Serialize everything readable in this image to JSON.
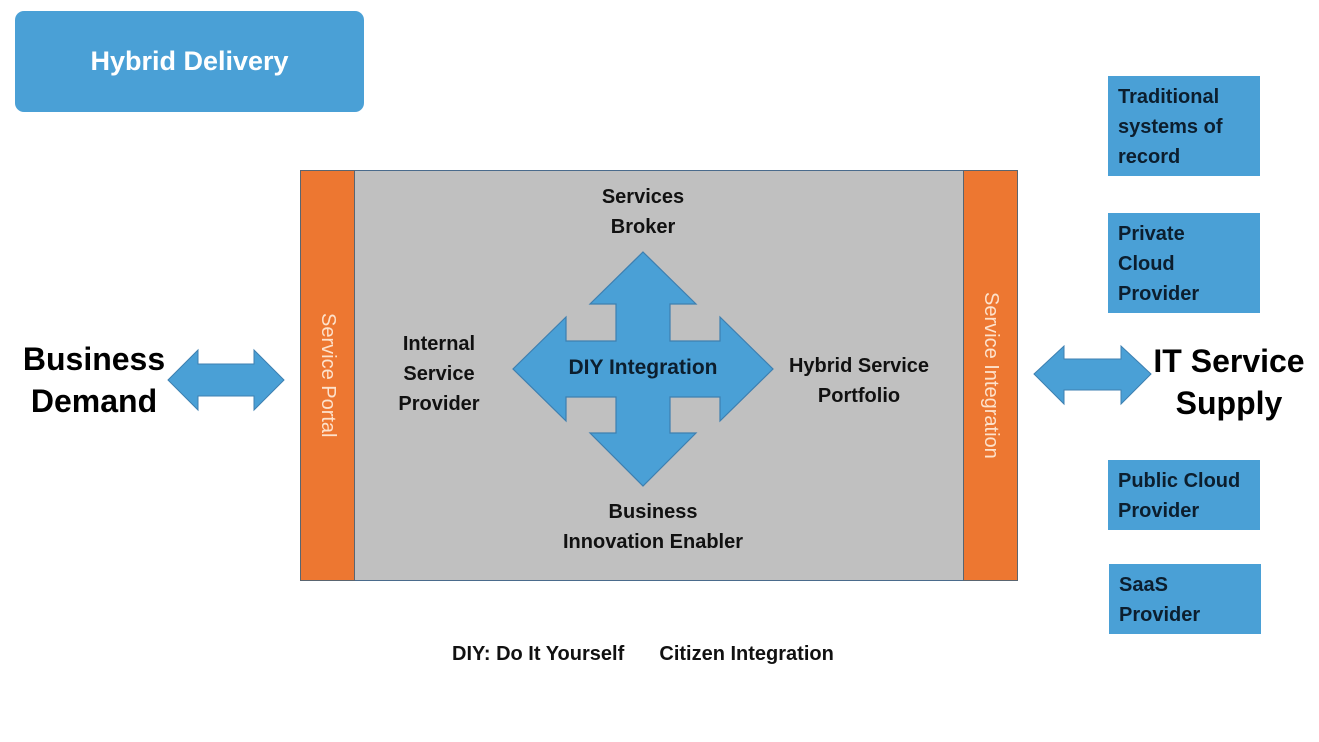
{
  "title": "Hybrid Delivery",
  "left_actor": {
    "line1": "Business",
    "line2": "Demand"
  },
  "right_actor": {
    "line1": "IT Service",
    "line2": "Supply"
  },
  "bars": {
    "left": "Service Portal",
    "right": "Service Integration"
  },
  "roles": {
    "top": {
      "line1": "Services",
      "line2": "Broker"
    },
    "left": {
      "line1": "Internal",
      "line2": "Service",
      "line3": "Provider"
    },
    "right": {
      "line1": "Hybrid Service",
      "line2": "Portfolio"
    },
    "bottom": {
      "line1": "Business",
      "line2": "Innovation Enabler"
    },
    "center": "DIY Integration"
  },
  "supply_sources": [
    {
      "line1": "Traditional",
      "line2": "systems of",
      "line3": "record"
    },
    {
      "line1": "Private",
      "line2": "Cloud",
      "line3": "Provider"
    },
    {
      "line1": "Public Cloud",
      "line2": "Provider"
    },
    {
      "line1": "SaaS",
      "line2": "Provider"
    }
  ],
  "footnote": {
    "definition": "DIY: Do It Yourself",
    "alias": "Citizen Integration"
  },
  "colors": {
    "blue": "#4aa0d6",
    "orange": "#ed7731",
    "gray": "#c0c0c0"
  }
}
